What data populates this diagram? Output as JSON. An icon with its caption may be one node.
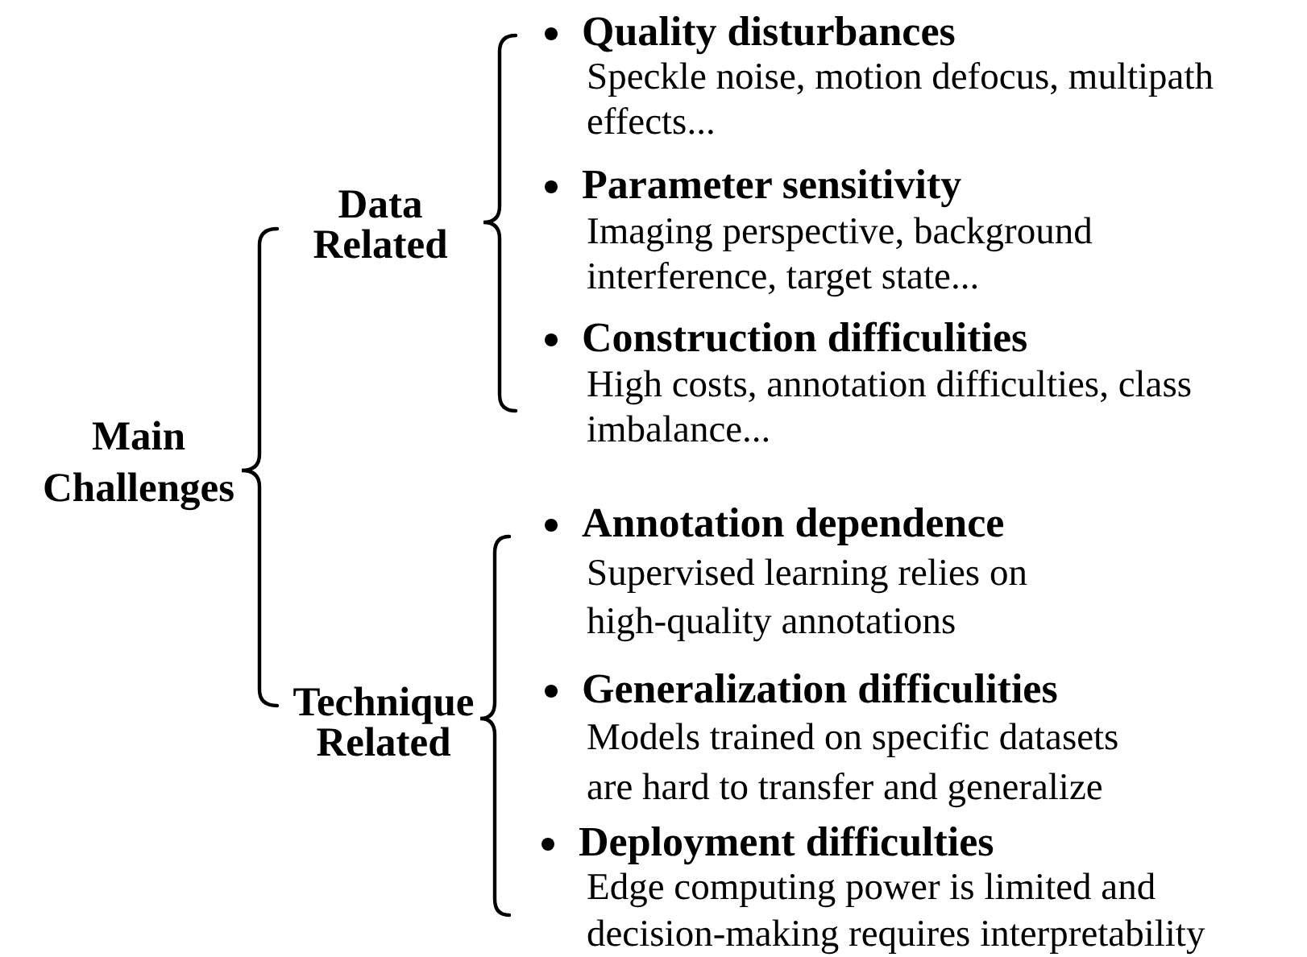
{
  "diagram": {
    "labels": [
      "Main Challenges",
      "Data Related",
      "Quality disturbances",
      "Speckle noise, motion defocus, multipath effects...",
      "Parameter sensitivity",
      "Imaging perspective, background interference, target state...",
      "Construction difficulities",
      "High costs, annotation difficulties, class imbalance...",
      "Technique Related",
      "Annotation dependence",
      "Supervised learning relies on high-quality annotations",
      "Generalization difficulities",
      "Models trained on specific datasets are hard to transfer and generalize",
      "Deployment difficulties",
      "Edge computing power is limited and decision-making requires interpretability"
    ]
  }
}
